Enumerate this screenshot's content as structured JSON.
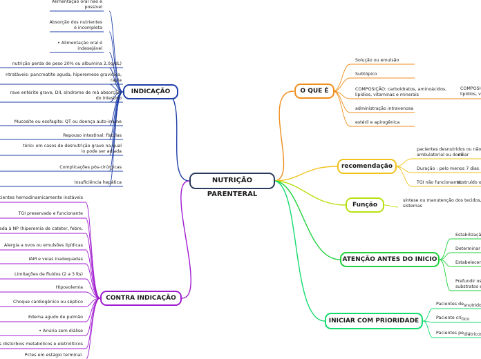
{
  "center": "NUTRIÇÃO PARENTERAL",
  "colors": {
    "indicacao": "#1f3fa8",
    "contra": "#a01ad0",
    "oque": "#f08c1a",
    "recomendacao": "#f2c21a",
    "funcao": "#b8e010",
    "atencao": "#1fd23a",
    "prioridade": "#13dc6c",
    "center_border": "#2a3a5a"
  },
  "branches": {
    "indicacao": {
      "title": "INDICAÇÃO",
      "leaves": [
        [
          "Alimentação oral não é",
          "possível"
        ],
        [
          "Absorção dos nutrientes",
          "é incompleta"
        ],
        [
          "• Alimentação oral é",
          "indesejável"
        ],
        [
          "nutrição perda de peso  20% ou albumina  2,0g/dL)"
        ],
        [
          "ntratáveis: pancreatite aguda, hiperemese gravídica,",
          "rapia"
        ],
        [
          "rave entérite grave, DII, síndrome de má absorção,",
          "do intestino"
        ],
        [
          "Mucosite ou esofagite: QT ou doença auto-imune"
        ],
        [
          "Repouso intestinal: fístulas"
        ],
        [
          "tório: em casos de desnutrição grave na qual",
          "io pode ser adiada"
        ],
        [
          "Complicações pós-cirúrgicas"
        ],
        [
          "Insuficiência hepática"
        ]
      ]
    },
    "contra": {
      "title": "CONTRA INDICAÇÃO",
      "leaves": [
        [
          "acientes hemodinamicamente instáveis"
        ],
        [
          "TGI preservado e funcionante"
        ],
        [
          "ada à NP (hiperemia de cateter, febre,"
        ],
        [
          "Alergia a ovos ou emulsões lipídicas"
        ],
        [
          "IAM e veias inadequadas"
        ],
        [
          "Limitações de fluídos (2 a 3 lts)"
        ],
        [
          "Hipovolemia"
        ],
        [
          "Choque cardiogênico ou séptico"
        ],
        [
          "Edema agudo de pulmão"
        ],
        [
          "• Anúria sem diálise"
        ],
        [
          "es distúrbios metabólicos e eletrolíticos"
        ],
        [
          "Pctes em estágio terminal."
        ]
      ]
    },
    "oque": {
      "title": "O QUE É",
      "leaves": [
        [
          "Solução ou emulsão"
        ],
        [
          "Subtópico"
        ],
        [
          "COMPOSIÇÃO: carboidratos, aminoácidos,",
          "lipídios, vitaminas e minerais"
        ],
        [
          "administração intravenosa"
        ],
        [
          "estéril e apirogênica"
        ]
      ],
      "sub": [
        "COMPOSIÇ",
        "lipídios, vit"
      ]
    },
    "recomendacao": {
      "title": "recomendação",
      "leaves": [
        [
          "pacientes desnutridos ou não, em",
          "ambulatorial ou domi"
        ],
        [
          "Duração : pelo menos 7 dias"
        ],
        [
          "TGI não funcionante,"
        ]
      ],
      "overlaps": [
        "ciliar",
        "obstruído ou"
      ]
    },
    "funcao": {
      "title": "Função",
      "leaves": [
        [
          "síntese ou manutenção dos tecidos, órg",
          "sistemas"
        ]
      ]
    },
    "atencao": {
      "title": "ATENÇÃO ANTES DO INICIO",
      "leaves": [
        [
          "Estabilização"
        ],
        [
          "Determinar o"
        ],
        [
          "Estabelecer e"
        ],
        [
          "Prefundir os",
          "substratos e"
        ]
      ]
    },
    "prioridade": {
      "title": "INICIAR COM PRIORIDADE",
      "leaves": [
        [
          "Pacientes de",
          "snutridos"
        ],
        [
          "Paciente crí",
          "tico"
        ],
        [
          "Pacientes pe",
          "diátricos"
        ]
      ]
    }
  }
}
